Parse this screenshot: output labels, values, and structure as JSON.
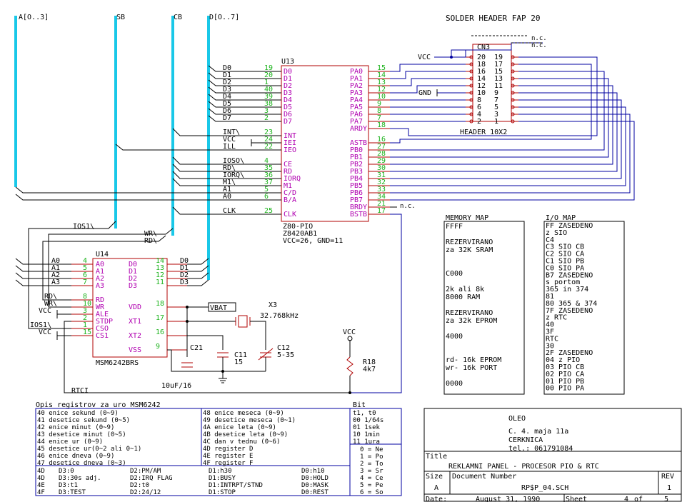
{
  "buses": {
    "a03": "A[O..3]",
    "sb": "SB",
    "cb": "CB",
    "d07": "D[O..7]"
  },
  "header_title": "SOLDER HEADER FAP 20",
  "u13": {
    "ref": "U13",
    "type": "Z80-PIO",
    "part": "Z8420AB1",
    "power": "VCC=26, GND=11",
    "left_pins": [
      {
        "net": "D0",
        "num": "19",
        "name": "D0"
      },
      {
        "net": "D1",
        "num": "20",
        "name": "D1"
      },
      {
        "net": "D2",
        "num": "1",
        "name": "D2"
      },
      {
        "net": "D3",
        "num": "40",
        "name": "D3"
      },
      {
        "net": "D4",
        "num": "39",
        "name": "D4"
      },
      {
        "net": "D5",
        "num": "38",
        "name": "D5"
      },
      {
        "net": "D6",
        "num": "3",
        "name": "D6"
      },
      {
        "net": "D7",
        "num": "2",
        "name": "D7"
      },
      {
        "net": "INT\\",
        "num": "23",
        "name": "INT"
      },
      {
        "net": "VCC",
        "num": "24",
        "name": "IEI"
      },
      {
        "net": "ILL",
        "num": "22",
        "name": "IEO"
      },
      {
        "net": "IOSO\\",
        "num": "4",
        "name": "CE"
      },
      {
        "net": "RD\\",
        "num": "35",
        "name": "RD"
      },
      {
        "net": "IORQ\\",
        "num": "36",
        "name": "IORQ"
      },
      {
        "net": "M1\\",
        "num": "37",
        "name": "M1"
      },
      {
        "net": "A1",
        "num": "5",
        "name": "C/D"
      },
      {
        "net": "A0",
        "num": "6",
        "name": "B/A"
      },
      {
        "net": "CLK",
        "num": "25",
        "name": "CLK"
      }
    ],
    "right_pins": [
      {
        "num": "15",
        "name": "PA0"
      },
      {
        "num": "14",
        "name": "PA1"
      },
      {
        "num": "13",
        "name": "PA2"
      },
      {
        "num": "12",
        "name": "PA3"
      },
      {
        "num": "10",
        "name": "PA4"
      },
      {
        "num": "9",
        "name": "PA5"
      },
      {
        "num": "8",
        "name": "PA6"
      },
      {
        "num": "7",
        "name": "PA7"
      },
      {
        "num": "18",
        "name": "ARDY"
      },
      {
        "num": "16",
        "name": "ASTB"
      },
      {
        "num": "27",
        "name": "PB0"
      },
      {
        "num": "28",
        "name": "PB1"
      },
      {
        "num": "29",
        "name": "PB2"
      },
      {
        "num": "30",
        "name": "PB3"
      },
      {
        "num": "31",
        "name": "PB4"
      },
      {
        "num": "32",
        "name": "PB5"
      },
      {
        "num": "33",
        "name": "PB6"
      },
      {
        "num": "34",
        "name": "PB7"
      },
      {
        "num": "21",
        "name": "BRDY"
      },
      {
        "num": "17",
        "name": "BSTB"
      }
    ]
  },
  "u14": {
    "ref": "U14",
    "part": "MSM6242BRS",
    "left_pins": [
      {
        "net": "A0",
        "num": "4",
        "name": "A0"
      },
      {
        "net": "A1",
        "num": "5",
        "name": "A1"
      },
      {
        "net": "A2",
        "num": "6",
        "name": "A2"
      },
      {
        "net": "A3",
        "num": "7",
        "name": "A3"
      },
      {
        "net": "RD\\",
        "num": "8",
        "name": "RD"
      },
      {
        "net": "WR\\",
        "num": "10",
        "name": "WR"
      },
      {
        "net": "VCC",
        "num": "3",
        "name": "ALE"
      },
      {
        "net": "",
        "num": "2",
        "name": "STDP"
      },
      {
        "net": "IOS1\\",
        "num": "1",
        "name": "CSO"
      },
      {
        "net": "VCC",
        "num": "15",
        "name": "CS1"
      }
    ],
    "right_pins": [
      {
        "net": "D0",
        "num": "14",
        "name": "D0"
      },
      {
        "net": "D1",
        "num": "13",
        "name": "D1"
      },
      {
        "net": "D2",
        "num": "12",
        "name": "D2"
      },
      {
        "net": "D3",
        "num": "11",
        "name": "D3"
      },
      {
        "net": "",
        "num": "18",
        "name": "VDD"
      },
      {
        "net": "",
        "num": "17",
        "name": "XT1"
      },
      {
        "net": "",
        "num": "16",
        "name": "XT2"
      },
      {
        "net": "",
        "num": "9",
        "name": "VSS"
      }
    ]
  },
  "cn3": {
    "ref": "CN3",
    "label": "HEADER 10X2",
    "vcc": "VCC",
    "gnd": "GND",
    "nc": "n.c.",
    "rows": [
      [
        "20",
        "19"
      ],
      [
        "18",
        "17"
      ],
      [
        "16",
        "15"
      ],
      [
        "14",
        "13"
      ],
      [
        "12",
        "11"
      ],
      [
        "10",
        "9"
      ],
      [
        "8",
        "7"
      ],
      [
        "6",
        "5"
      ],
      [
        "4",
        "3"
      ],
      [
        "2",
        "1"
      ]
    ]
  },
  "nets": {
    "ios1": "IOS1\\",
    "wr": "WR\\",
    "rd": "RD\\",
    "vbat": "VBAT",
    "rtci": "RTCI",
    "vcc": "VCC",
    "nc": "n.c."
  },
  "parts": {
    "x3": "X3",
    "x3_val": "32.768kHz",
    "c21": "C21",
    "c21_val": "10uF/16",
    "c11": "C11",
    "c11_val": "15",
    "c12": "C12",
    "c12_val": "5-35",
    "r18": "R18",
    "r18_val": "4k7"
  },
  "memory_map": {
    "title": "MEMORY MAP",
    "lines": [
      "FFFF",
      "",
      "REZERVIRANO",
      "za 32K SRAM",
      "",
      "",
      "C000",
      "",
      "2k ali 8k",
      "8000     RAM",
      "",
      "REZERVIRANO",
      "za 32k EPROM",
      "",
      "4000",
      "",
      "",
      "rd- 16k EPROM",
      "wr- 16k PORT",
      "",
      "0000"
    ]
  },
  "io_map": {
    "title": "I/O MAP",
    "lines": [
      "FF    ZASEDENO",
      "       z SIO",
      "C4",
      "C3  SIO CB",
      "C2  SIO CA",
      "C1  SIO PB",
      "C0  SIO PA",
      "B7  ZASEDENO",
      "     s portom",
      "   365 in 374",
      "81",
      "80  365 & 374",
      "7F  ZASEDENO",
      "     z RTC",
      "40",
      "3F",
      "      RTC",
      "30",
      "2F  ZASEDENO",
      "04     z PIO",
      "03  PIO CB",
      "02  PIO CA",
      "01  PIO PB",
      "00  PIO PA"
    ]
  },
  "registers": {
    "title": "Opis registrov za uro MSM6242",
    "col1": [
      "40  enice sekund  (0~9)",
      "41  desetice sekund (0~5)",
      "42  enice minut  (0~9)",
      "43  desetice minut  (0~5)",
      "44  enice ur  (0~9)",
      "45  desetice ur(0~2 ali 0~1)",
      "46  enice dneva  (0~9)",
      "47  desetice dneva (0~3)"
    ],
    "col2": [
      "48  enice meseca  (0~9)",
      "49  desetice meseca  (0~1)",
      "4A  enice leta  (0~9)",
      "4B  desetice leta  (0~9)",
      "4C  dan v tednu  (0~6)",
      "4D  register D",
      "4E  register E",
      "4F  register F"
    ],
    "bit_title": "Bit",
    "bits": [
      "t1, t0",
      "00  1/64s",
      "01  1sek",
      "10  1min",
      "11  1ura"
    ],
    "days": [
      "0 = Ne",
      "1 = Po",
      "2 = To",
      "3 = Sr",
      "4 = Ce",
      "5 = Pe",
      "6 = So"
    ],
    "flags": [
      [
        "4D",
        "D3:0",
        "D2:PM/AM",
        "D1:h30",
        "D0:h10"
      ],
      [
        "4D",
        "D3:30s adj.",
        "D2:IRQ FLAG",
        "D1:BUSY",
        "D0:HOLD"
      ],
      [
        "4E",
        "D3:t1",
        "D2:t0",
        "D1:INTRPT/STND",
        "D0:MASK"
      ],
      [
        "4F",
        "D3:TEST",
        "D2:24/12",
        "D1:STOP",
        "D0:REST"
      ]
    ]
  },
  "title_block": {
    "company": "OLEO",
    "address": [
      "C. 4. maja 11a",
      "CERKNICA",
      "tel.: 061791084"
    ],
    "title_label": "Title",
    "title": "REKLAMNI PANEL - PROCESOR PIO & RTC",
    "size_label": "Size",
    "size": "A",
    "docnum_label": "Document Number",
    "docnum": "RP$P_04.SCH",
    "rev_label": "REV",
    "rev": "1",
    "date_label": "Date:",
    "date": "August 31, 1990",
    "sheet_label": "Sheet",
    "sheet": "4",
    "of_label": "of",
    "of": "5"
  }
}
